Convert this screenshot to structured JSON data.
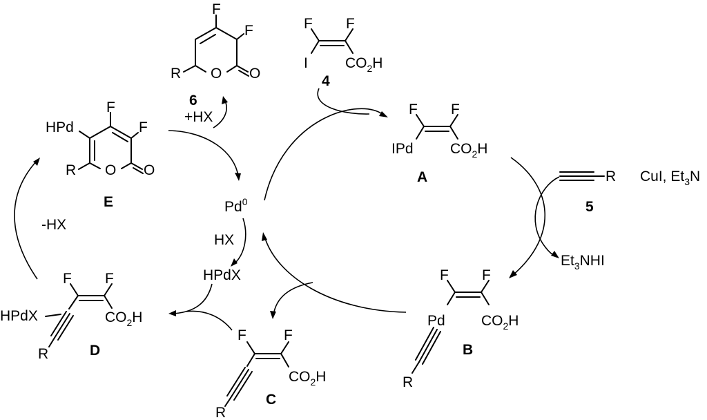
{
  "atoms": {
    "F": "F",
    "I": "I",
    "R": "R",
    "O": "O",
    "co2h": "CO2H",
    "ipd": "IPd",
    "pd": "Pd",
    "hpd": "HPd",
    "hpdx": "HPdX",
    "pd0": "Pd0"
  },
  "compounds": {
    "c4": "4",
    "c5": "5",
    "c6": "6",
    "A": "A",
    "B": "B",
    "C": "C",
    "D": "D",
    "E": "E"
  },
  "reagents": {
    "plus_hx": "+HX",
    "minus_hx": "-HX",
    "hx": "HX",
    "cui_et3n": "CuI, Et3N",
    "et3nhi": "Et3NHI"
  }
}
